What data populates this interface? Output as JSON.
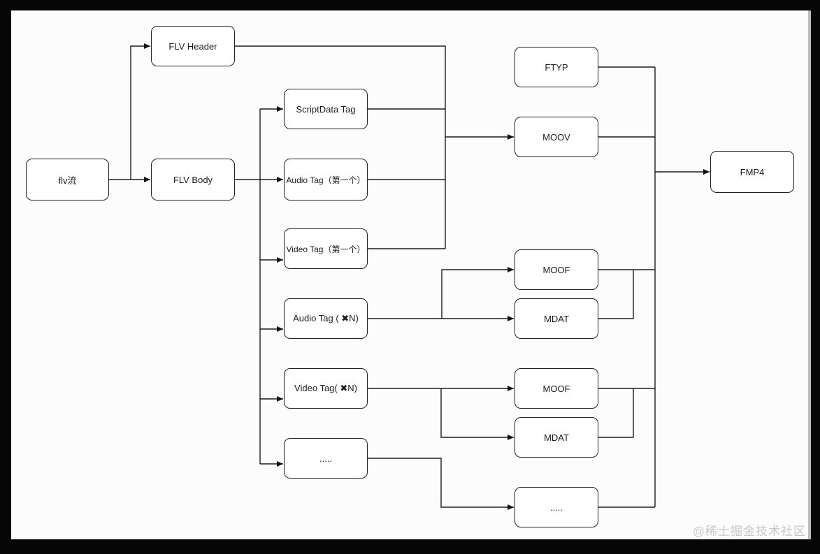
{
  "diagram": {
    "nodes": {
      "flv_stream": {
        "label": "flv流"
      },
      "flv_header": {
        "label": "FLV Header"
      },
      "flv_body": {
        "label": "FLV Body"
      },
      "scriptdata_tag": {
        "label": "ScriptData Tag"
      },
      "audio_tag_first": {
        "label": "Audio Tag（第一个）"
      },
      "video_tag_first": {
        "label": "Video Tag（第一个）"
      },
      "audio_tag_n": {
        "label": "Audio Tag ( ✖N)"
      },
      "video_tag_n": {
        "label": "Video Tag( ✖N)"
      },
      "dots_mid": {
        "label": "....."
      },
      "ftyp": {
        "label": "FTYP"
      },
      "moov": {
        "label": "MOOV"
      },
      "moof_1": {
        "label": "MOOF"
      },
      "mdat_1": {
        "label": "MDAT"
      },
      "moof_2": {
        "label": "MOOF"
      },
      "mdat_2": {
        "label": "MDAT"
      },
      "dots_right": {
        "label": "....."
      },
      "fmp4": {
        "label": "FMP4"
      }
    },
    "edges": [
      {
        "from": "flv_stream",
        "to": "flv_header"
      },
      {
        "from": "flv_stream",
        "to": "flv_body"
      },
      {
        "from": "flv_body",
        "to": "scriptdata_tag"
      },
      {
        "from": "flv_body",
        "to": "audio_tag_first"
      },
      {
        "from": "flv_body",
        "to": "video_tag_first"
      },
      {
        "from": "flv_body",
        "to": "audio_tag_n"
      },
      {
        "from": "flv_body",
        "to": "video_tag_n"
      },
      {
        "from": "flv_body",
        "to": "dots_mid"
      },
      {
        "from": "flv_header",
        "to": "moov"
      },
      {
        "from": "scriptdata_tag",
        "to": "moov"
      },
      {
        "from": "audio_tag_first",
        "to": "moov"
      },
      {
        "from": "video_tag_first",
        "to": "moov"
      },
      {
        "from": "audio_tag_n",
        "to": "moof_1"
      },
      {
        "from": "audio_tag_n",
        "to": "mdat_1"
      },
      {
        "from": "video_tag_n",
        "to": "moof_2"
      },
      {
        "from": "video_tag_n",
        "to": "mdat_2"
      },
      {
        "from": "dots_mid",
        "to": "dots_right"
      },
      {
        "from": "ftyp",
        "to": "fmp4"
      },
      {
        "from": "moov",
        "to": "fmp4"
      },
      {
        "from": "moof_1",
        "to": "fmp4"
      },
      {
        "from": "mdat_1",
        "to": "fmp4"
      },
      {
        "from": "moof_2",
        "to": "fmp4"
      },
      {
        "from": "mdat_2",
        "to": "fmp4"
      },
      {
        "from": "dots_right",
        "to": "fmp4"
      }
    ],
    "watermark": "@稀土掘金技术社区",
    "colors": {
      "frame": "#060606",
      "canvas": "#fcfcfc",
      "node_fill": "#ffffff",
      "node_border": "#222222",
      "connector": "#1c1c1c",
      "watermark": "#c7c7c7"
    }
  }
}
